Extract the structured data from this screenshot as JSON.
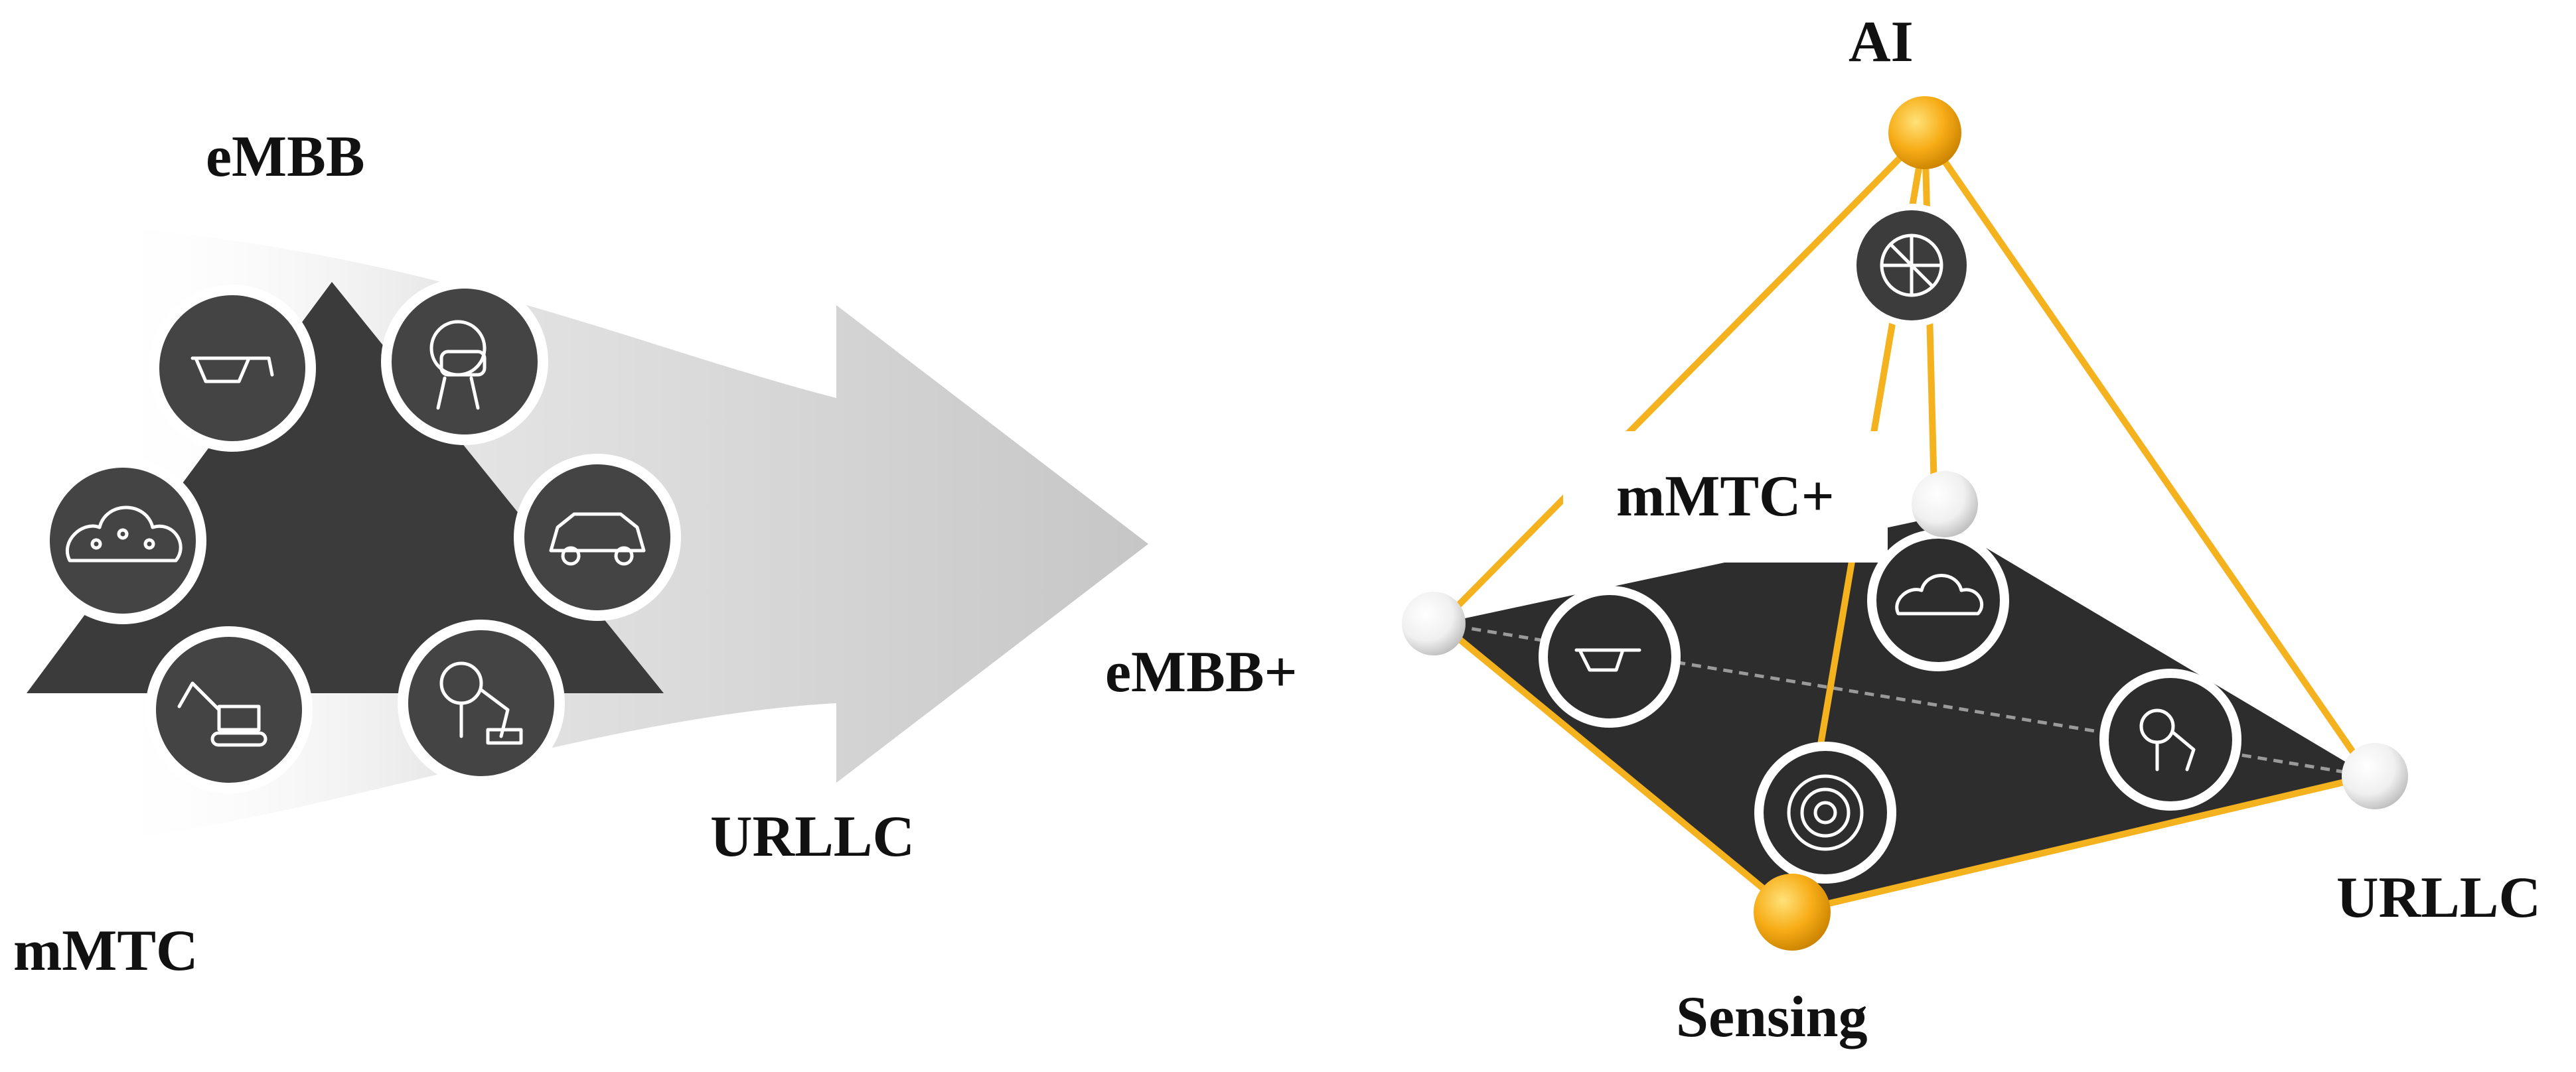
{
  "left_diagram": {
    "labels": {
      "embb": "eMBB",
      "urllc": "URLLC",
      "mmtc": "mMTC"
    },
    "icons": [
      "smart-glasses",
      "vr-headset",
      "car",
      "robot-arm",
      "excavator",
      "iot-cloud"
    ]
  },
  "right_diagram": {
    "labels": {
      "ai": "AI",
      "mmtc_plus": "mMTC+",
      "embb_plus": "eMBB+",
      "urllc": "URLLC",
      "sensing": "Sensing"
    },
    "icons": [
      "brain",
      "smart-glasses",
      "iot-cloud",
      "robot-arm",
      "radar-target"
    ]
  },
  "colors": {
    "arrow_gray": "#cfcfcf",
    "triangle_dark": "#3b3b3b",
    "plane_dark": "#2d2d2d",
    "edge_gold": "#f4b21f",
    "node_gold": "#f7ad17",
    "node_white": "#f2f2f2"
  }
}
